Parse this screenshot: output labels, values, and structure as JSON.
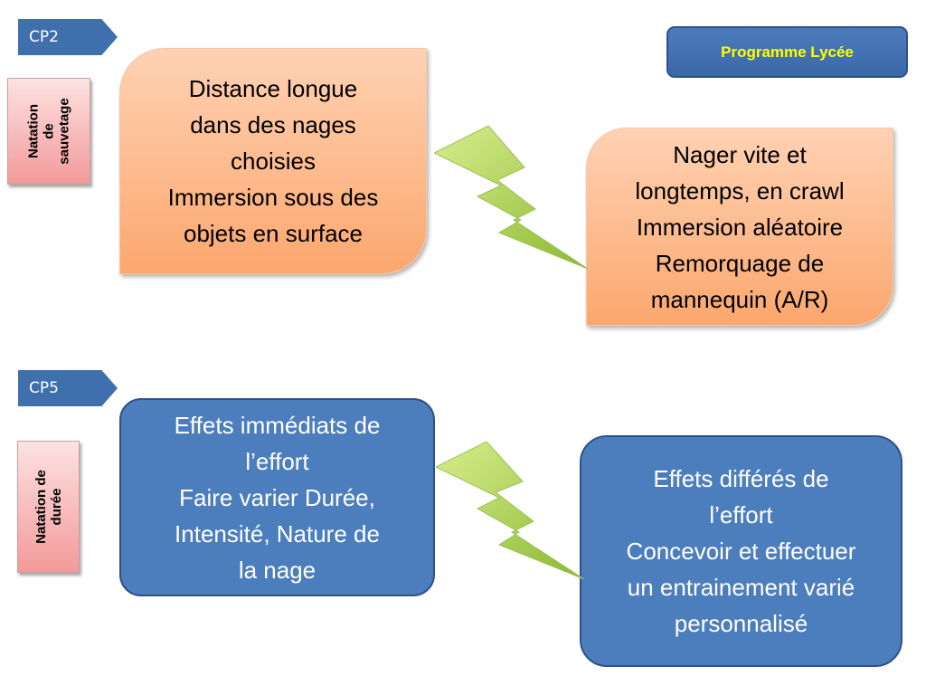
{
  "tags": {
    "cp2": "CP2",
    "cp5": "CP5"
  },
  "program_label": "Programme Lycée",
  "side_labels": {
    "first": "Natation\nde\nsauvetage",
    "second": "Natation de\ndurée"
  },
  "boxes": {
    "distance": "Distance longue\ndans des nages\nchoisies\nImmersion sous des\nobjets en surface",
    "nager": "Nager vite et\nlongtemps, en crawl\nImmersion aléatoire\nRemorquage de\nmannequin (A/R)",
    "immediats": "Effets immédiats de\nl’effort\nFaire varier Durée,\nIntensité, Nature de\nla nage",
    "differes": "Effets différés de\nl’effort\nConcevoir et effectuer\nun entrainement varié\npersonnalisé"
  },
  "colors": {
    "tag": "#3f6fac",
    "program_text": "#ffff00",
    "orange_box": "#fca76e",
    "blue_box": "#4c7ebd",
    "side_label": "#f39a9a",
    "bolt": "#a6cd3e"
  },
  "icons": {
    "connector": "lightning-bolt-icon"
  }
}
